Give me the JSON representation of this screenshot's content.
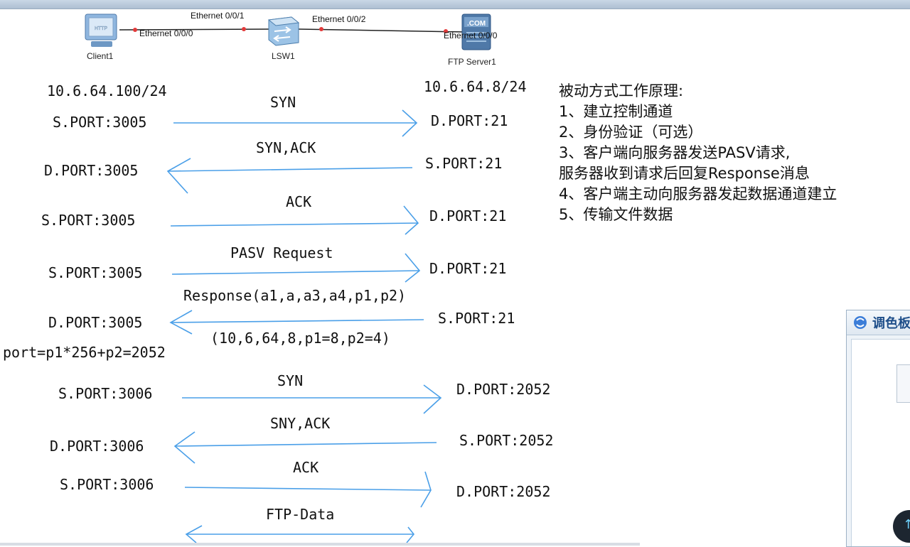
{
  "topology": {
    "client": {
      "name": "Client1",
      "icon_text": "HTTP",
      "ip": "10.6.64.100/24",
      "interface": "Ethernet 0/0/0"
    },
    "switch": {
      "name": "LSW1",
      "port1": "Ethernet 0/0/1",
      "port2": "Ethernet 0/0/2"
    },
    "server": {
      "name": "FTP Server1",
      "icon_text": ".COM",
      "ip": "10.6.64.8/24",
      "interface": "Ethernet 0/0/0"
    }
  },
  "exchanges": [
    {
      "left": "S.PORT:3005",
      "label": "SYN",
      "right": "D.PORT:21",
      "direction": "right"
    },
    {
      "left": "D.PORT:3005",
      "label": "SYN,ACK",
      "right": "S.PORT:21",
      "direction": "left"
    },
    {
      "left": "S.PORT:3005",
      "label": "ACK",
      "right": "D.PORT:21",
      "direction": "right"
    },
    {
      "left": "S.PORT:3005",
      "label": "PASV Request",
      "right": "D.PORT:21",
      "direction": "right"
    },
    {
      "left": "D.PORT:3005",
      "label": "Response(a1,a,a3,a4,p1,p2)",
      "label2": "(10,6,64,8,p1=8,p2=4)",
      "right": "S.PORT:21",
      "direction": "left"
    },
    {
      "left": "S.PORT:3006",
      "label": "SYN",
      "right": "D.PORT:2052",
      "direction": "right"
    },
    {
      "left": "D.PORT:3006",
      "label": "SNY,ACK",
      "right": "S.PORT:2052",
      "direction": "left"
    },
    {
      "left": "S.PORT:3006",
      "label": "ACK",
      "right": "D.PORT:2052",
      "direction": "right"
    },
    {
      "label": "FTP-Data",
      "direction": "both"
    }
  ],
  "formula": "port=p1*256+p2=2052",
  "notes": {
    "title": "被动方式工作原理:",
    "items": [
      "1、建立控制通道",
      "2、身份验证（可选）",
      "3、客户端向服务器发送PASV请求,",
      "服务器收到请求后回复Response消息",
      "4、客户端主动向服务器发起数据通道建立",
      "5、传输文件数据"
    ]
  },
  "side_panel": {
    "title": "调色板"
  },
  "colors": {
    "arrow": "#4a9fe8",
    "link_dot": "#e23a3a",
    "link_line": "#222222",
    "panel_title": "#1f4f8a"
  }
}
